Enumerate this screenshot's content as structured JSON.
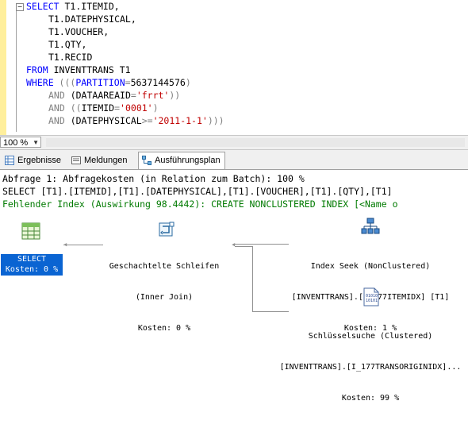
{
  "editor": {
    "lines": [
      {
        "kw": "SELECT",
        "rest": " T1.ITEMID,"
      },
      {
        "rest": "T1.DATEPHYSICAL,"
      },
      {
        "rest": "T1.VOUCHER,"
      },
      {
        "rest": "T1.QTY,"
      },
      {
        "rest": "T1.RECID"
      },
      {
        "kw": "FROM",
        "rest": " INVENTTRANS T1"
      },
      {
        "kw": "WHERE",
        "gray": " (((",
        "kw2": "PARTITION",
        "gray2": "=",
        "rest": "5637144576",
        "gray3": ")"
      },
      {
        "gray": "AND",
        "rest": " (DATAAREAID",
        "gray2": "=",
        "str": "'frrt'",
        "gray3": "))"
      },
      {
        "gray": "AND",
        "gray1b": " ((",
        "rest": "ITEMID",
        "gray2": "=",
        "str": "'0001'",
        "gray3": ")"
      },
      {
        "gray": "AND",
        "rest": " (DATEPHYSICAL",
        "gray2": ">=",
        "str": "'2011-1-1'",
        "gray3": ")))"
      }
    ]
  },
  "zoom": {
    "value": "100 %"
  },
  "tabs": [
    {
      "label": "Ergebnisse"
    },
    {
      "label": "Meldungen"
    },
    {
      "label": "Ausführungsplan"
    }
  ],
  "plan": {
    "query_line": "Abfrage 1: Abfragekosten (in Relation zum Batch): 100 %",
    "sql_line": "SELECT [T1].[ITEMID],[T1].[DATEPHYSICAL],[T1].[VOUCHER],[T1].[QTY],[T1]",
    "missing_index": "Fehlender Index (Auswirkung 98.4442): CREATE NONCLUSTERED INDEX [<Name o",
    "nodes": {
      "select": {
        "title": "SELECT",
        "cost": "Kosten: 0 %"
      },
      "nested_loops": {
        "title": "Geschachtelte Schleifen",
        "sub": "(Inner Join)",
        "cost": "Kosten: 0 %"
      },
      "index_seek": {
        "title": "Index Seek (NonClustered)",
        "sub": "[INVENTTRANS].[I_177ITEMIDX] [T1]",
        "cost": "Kosten: 1 %"
      },
      "key_lookup": {
        "title": "Schlüsselsuche (Clustered)",
        "sub": "[INVENTTRANS].[I_177TRANSORIGINIDX]...",
        "cost": "Kosten: 99 %"
      }
    }
  }
}
